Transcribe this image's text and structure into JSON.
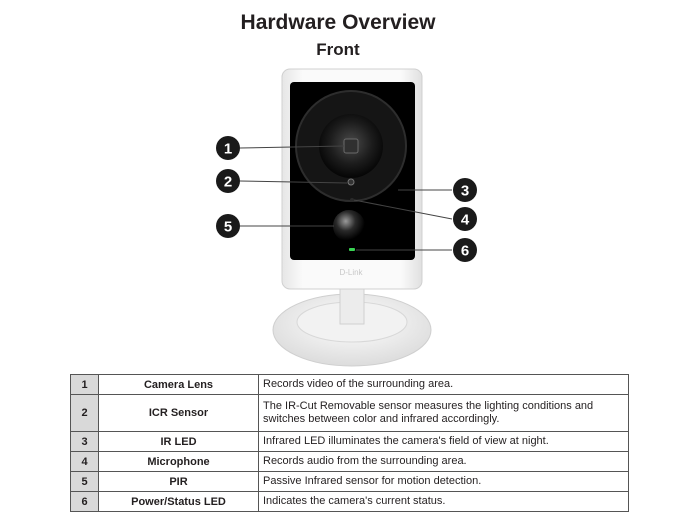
{
  "header": {
    "title": "Hardware Overview",
    "subtitle": "Front"
  },
  "figure": {
    "brand_mark": "D-Link",
    "callouts": [
      "1",
      "2",
      "3",
      "4",
      "5",
      "6"
    ],
    "led_color": "#39d353"
  },
  "parts_table": {
    "rows": [
      {
        "num": "1",
        "name": "Camera Lens",
        "desc": "Records video of the surrounding area."
      },
      {
        "num": "2",
        "name": "ICR Sensor",
        "desc": "The IR-Cut Removable sensor measures the lighting conditions and switches between color and infrared accordingly."
      },
      {
        "num": "3",
        "name": "IR LED",
        "desc": "Infrared LED illuminates the camera's field of view at night."
      },
      {
        "num": "4",
        "name": "Microphone",
        "desc": "Records audio from the surrounding area."
      },
      {
        "num": "5",
        "name": "PIR",
        "desc": "Passive Infrared sensor for motion detection."
      },
      {
        "num": "6",
        "name": "Power/Status LED",
        "desc": "Indicates the camera's current status."
      }
    ]
  }
}
